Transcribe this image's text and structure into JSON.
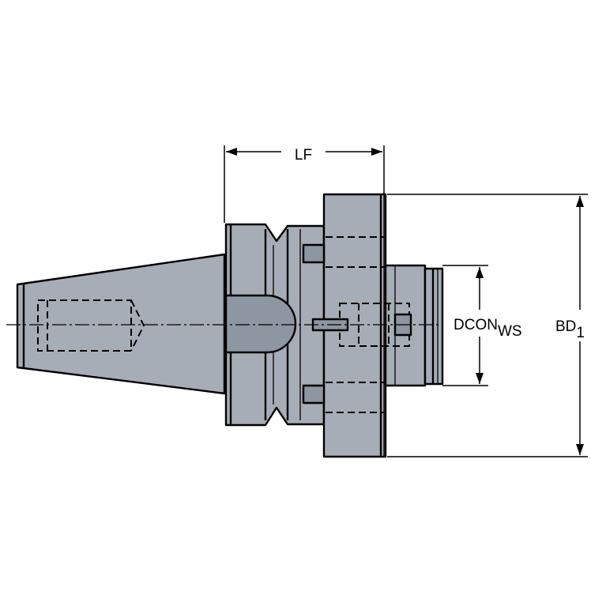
{
  "labels": {
    "lf": "LF",
    "dcon_main": "DCON",
    "dcon_sub": "WS",
    "bd_main": "BD",
    "bd_sub": "1"
  },
  "colors": {
    "body": "#a7adb6",
    "body_dark": "#8e96a1",
    "lines": "#000000",
    "background": "#ffffff"
  }
}
